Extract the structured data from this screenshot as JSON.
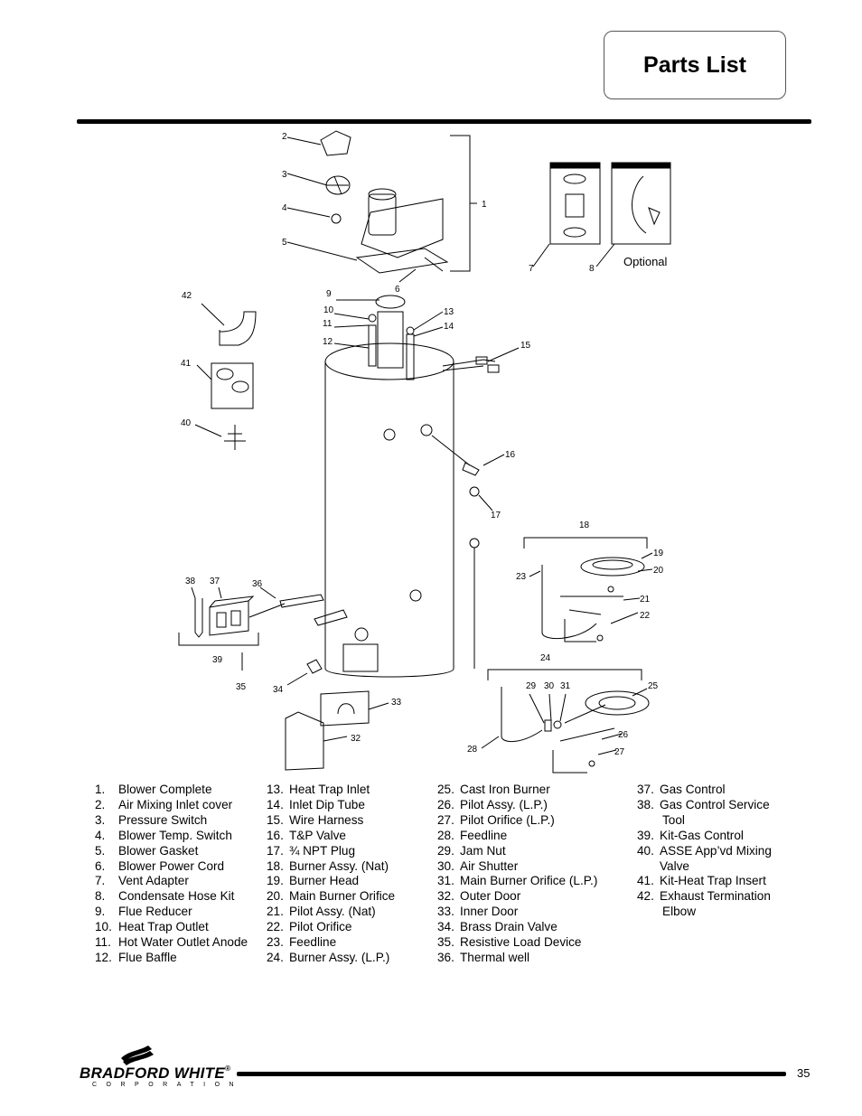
{
  "title": "Parts List",
  "optional_label": "Optional",
  "callouts": [
    "1",
    "2",
    "3",
    "4",
    "5",
    "6",
    "7",
    "8",
    "9",
    "10",
    "11",
    "12",
    "13",
    "14",
    "15",
    "16",
    "17",
    "18",
    "19",
    "20",
    "21",
    "22",
    "23",
    "24",
    "25",
    "26",
    "27",
    "28",
    "29",
    "30",
    "31",
    "32",
    "33",
    "34",
    "35",
    "36",
    "37",
    "38",
    "39",
    "40",
    "41",
    "42"
  ],
  "parts_columns": [
    [
      {
        "num": "1.",
        "name": "Blower Complete"
      },
      {
        "num": "2.",
        "name": "Air Mixing Inlet cover"
      },
      {
        "num": "3.",
        "name": "Pressure Switch"
      },
      {
        "num": "4.",
        "name": "Blower Temp. Switch"
      },
      {
        "num": "5.",
        "name": "Blower Gasket"
      },
      {
        "num": "6.",
        "name": "Blower Power Cord"
      },
      {
        "num": "7.",
        "name": "Vent Adapter"
      },
      {
        "num": "8.",
        "name": "Condensate Hose Kit"
      },
      {
        "num": "9.",
        "name": "Flue Reducer"
      },
      {
        "num": "10.",
        "name": "Heat Trap Outlet"
      },
      {
        "num": "11.",
        "name": "Hot Water Outlet Anode"
      },
      {
        "num": "12.",
        "name": "Flue Baffle"
      }
    ],
    [
      {
        "num": "13.",
        "name": "Heat Trap Inlet"
      },
      {
        "num": "14.",
        "name": "Inlet Dip Tube"
      },
      {
        "num": "15.",
        "name": "Wire Harness"
      },
      {
        "num": "16.",
        "name": "T&P Valve"
      },
      {
        "num": "17.",
        "name": "¾ NPT Plug"
      },
      {
        "num": "18.",
        "name": "Burner Assy. (Nat)"
      },
      {
        "num": "19.",
        "name": "Burner Head"
      },
      {
        "num": "20.",
        "name": "Main Burner Orifice"
      },
      {
        "num": "21.",
        "name": "Pilot Assy. (Nat)"
      },
      {
        "num": "22.",
        "name": "Pilot Orifice"
      },
      {
        "num": "23.",
        "name": "Feedline"
      },
      {
        "num": "24.",
        "name": "Burner Assy. (L.P.)"
      }
    ],
    [
      {
        "num": "25.",
        "name": "Cast Iron Burner"
      },
      {
        "num": "26.",
        "name": "Pilot Assy. (L.P.)"
      },
      {
        "num": "27.",
        "name": "Pilot Orifice (L.P.)"
      },
      {
        "num": "28.",
        "name": "Feedline"
      },
      {
        "num": "29.",
        "name": "Jam Nut"
      },
      {
        "num": "30.",
        "name": "Air Shutter"
      },
      {
        "num": "31.",
        "name": "Main Burner Orifice (L.P.)"
      },
      {
        "num": "32.",
        "name": "Outer Door"
      },
      {
        "num": "33.",
        "name": "Inner Door"
      },
      {
        "num": "34.",
        "name": "Brass Drain Valve"
      },
      {
        "num": "35.",
        "name": "Resistive Load Device"
      },
      {
        "num": "36.",
        "name": "Thermal well"
      }
    ],
    [
      {
        "num": "37.",
        "name": "Gas Control"
      },
      {
        "num": "38.",
        "name": "Gas Control Service"
      },
      {
        "num": "",
        "name": "Tool"
      },
      {
        "num": "39.",
        "name": "Kit-Gas Control"
      },
      {
        "num": "40.",
        "name": "ASSE App’vd Mixing"
      },
      {
        "num": "",
        "name": "Valve"
      },
      {
        "num": "41.",
        "name": "Kit-Heat Trap Insert"
      },
      {
        "num": "42.",
        "name": "Exhaust Termination"
      },
      {
        "num": "",
        "name": "Elbow"
      }
    ]
  ],
  "logo": {
    "main": "BRADFORD WHITE",
    "mark": "®",
    "sub": "CORPORATION"
  },
  "page_number": "35"
}
